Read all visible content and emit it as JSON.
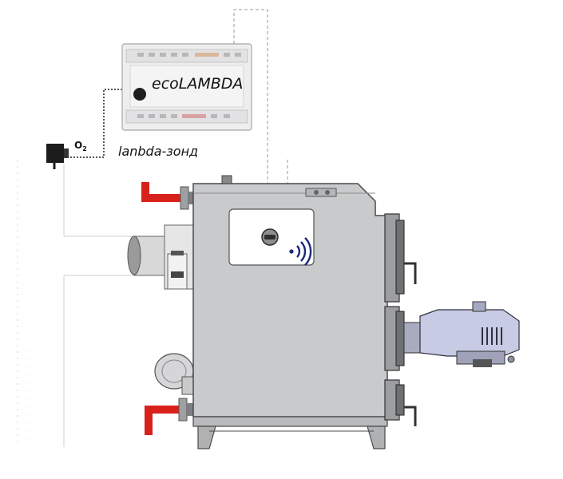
{
  "module": {
    "label": "ecoLAMBDA"
  },
  "sensor": {
    "symbol": "O",
    "subscript": "2",
    "label": "lanbda-зонд"
  },
  "colors": {
    "pipe_hot": "#d9211c",
    "boiler_body": "#c9cacc",
    "module_body": "#eeeeef",
    "burner": "#c7cbe3",
    "wifi": "#1b2a7a"
  },
  "icons": {
    "panel_knob": "knob-icon",
    "panel_wireless": "wifi-icon"
  }
}
